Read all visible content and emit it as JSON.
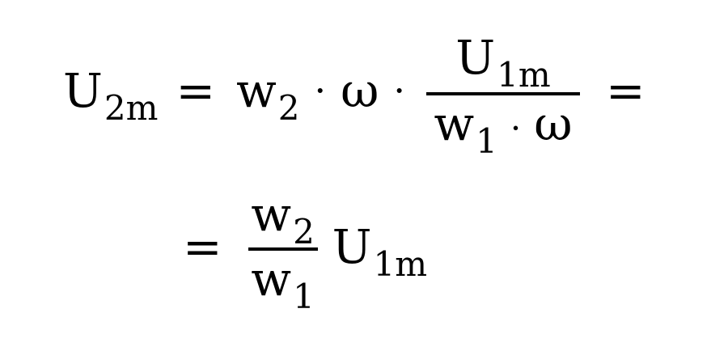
{
  "equation": {
    "line1": {
      "lhs": {
        "base": "U",
        "sub": "2m"
      },
      "eq1": "=",
      "t1": {
        "base": "w",
        "sub": "2"
      },
      "dot1": "·",
      "omega1": "ω",
      "dot2": "·",
      "frac_num": {
        "base": "U",
        "sub": "1m"
      },
      "frac_den": {
        "w": {
          "base": "w",
          "sub": "1"
        },
        "dot": "·",
        "omega": "ω"
      },
      "eq2": "="
    },
    "line2": {
      "eq": "=",
      "frac_num": {
        "base": "w",
        "sub": "2"
      },
      "frac_den": {
        "base": "w",
        "sub": "1"
      },
      "tail": {
        "base": "U",
        "sub": "1m"
      }
    }
  }
}
